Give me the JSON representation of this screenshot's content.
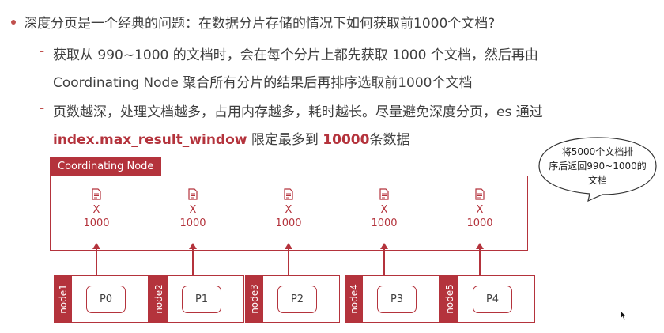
{
  "bullets": {
    "b1": "深度分页是一个经典的问题：在数据分片存储的情况下如何获取前1000个文档?",
    "b2a": "获取从 990~1000 的文档时，会在每个分片上都先获取 1000 个文档，然后再由",
    "b2b": "Coordinating Node 聚合所有分片的结果后再排序选取前1000个文档",
    "b3a": "页数越深，处理文档越多，占用内存越多，耗时越长。尽量避免深度分页，es 通过",
    "b3b_key": "index.max_result_window",
    "b3b_mid": " 限定最多到 ",
    "b3b_num": "10000",
    "b3b_end": "条数据"
  },
  "diagram": {
    "coord_title": "Coordinating Node",
    "docs": [
      {
        "x": "X",
        "count": "1000"
      },
      {
        "x": "X",
        "count": "1000"
      },
      {
        "x": "X",
        "count": "1000"
      },
      {
        "x": "X",
        "count": "1000"
      },
      {
        "x": "X",
        "count": "1000"
      }
    ],
    "nodes": [
      {
        "node": "node1",
        "shard": "P0"
      },
      {
        "node": "node2",
        "shard": "P1"
      },
      {
        "node": "node3",
        "shard": "P2"
      },
      {
        "node": "node4",
        "shard": "P3"
      },
      {
        "node": "node5",
        "shard": "P4"
      }
    ],
    "callout": {
      "l1": "将5000个文档排",
      "l2": "序后返回990~1000的",
      "l3": "文档"
    }
  },
  "colors": {
    "accent": "#b4333c",
    "bullet": "#c0504d"
  }
}
